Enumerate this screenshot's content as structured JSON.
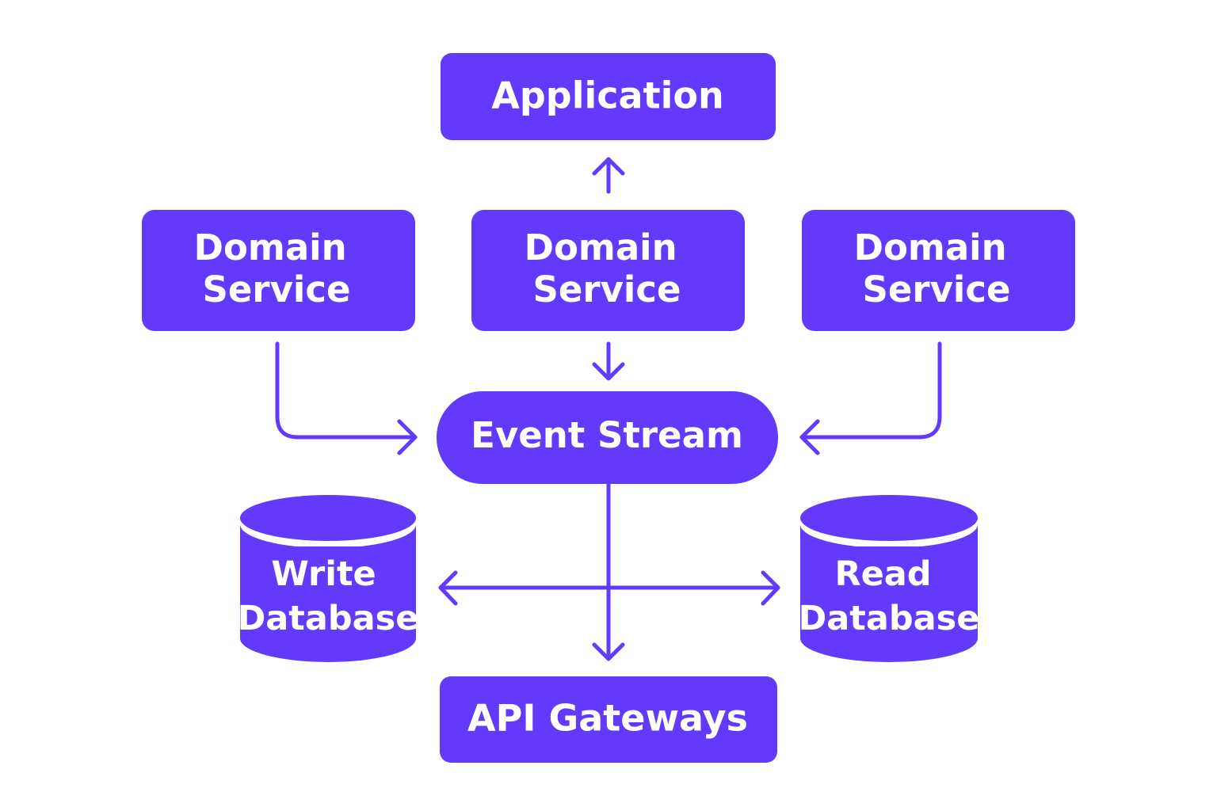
{
  "colors": {
    "node_fill": "#6339FB",
    "arrow": "#6339FB",
    "text": "#FFFFFF",
    "background": "#FFFFFF"
  },
  "nodes": {
    "application": {
      "label": "Application"
    },
    "domain_service_left": {
      "line1": "Domain",
      "line2": "Service"
    },
    "domain_service_center": {
      "line1": "Domain",
      "line2": "Service"
    },
    "domain_service_right": {
      "line1": "Domain",
      "line2": "Service"
    },
    "event_stream": {
      "label": "Event Stream"
    },
    "write_database": {
      "line1": "Write",
      "line2": "Database"
    },
    "read_database": {
      "line1": "Read",
      "line2": "Database"
    },
    "api_gateways": {
      "label": "API Gateways"
    }
  },
  "edges": [
    {
      "from": "domain_service_center",
      "to": "application"
    },
    {
      "from": "domain_service_center",
      "to": "event_stream"
    },
    {
      "from": "domain_service_left",
      "to": "event_stream"
    },
    {
      "from": "domain_service_right",
      "to": "event_stream"
    },
    {
      "from": "event_stream",
      "to": "api_gateways"
    },
    {
      "from": "event_stream",
      "to": "write_database"
    },
    {
      "from": "event_stream",
      "to": "read_database"
    }
  ]
}
